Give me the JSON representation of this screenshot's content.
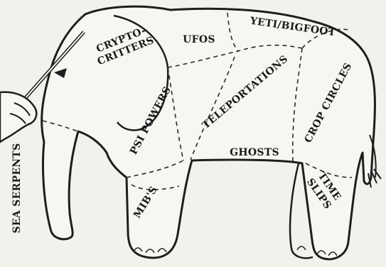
{
  "diagram": {
    "regions": [
      {
        "id": "crypto",
        "line1": "CRYPTO-",
        "line2": "CRITTERS"
      },
      {
        "id": "ufos",
        "text": "UFOS"
      },
      {
        "id": "yeti",
        "text": "YETI/BIGFOOT"
      },
      {
        "id": "teleport",
        "text": "TELEPORTATIONS"
      },
      {
        "id": "crop",
        "text": "CROP CIRCLES"
      },
      {
        "id": "psi",
        "text": "PSI POWERS"
      },
      {
        "id": "ghosts",
        "text": "GHOSTS"
      },
      {
        "id": "mibs",
        "text": "MIB'S"
      },
      {
        "id": "timeslips",
        "line1": "TIME",
        "line2": "SLIPS"
      },
      {
        "id": "seaserpents",
        "text": "SEA SERPENTS"
      }
    ]
  }
}
